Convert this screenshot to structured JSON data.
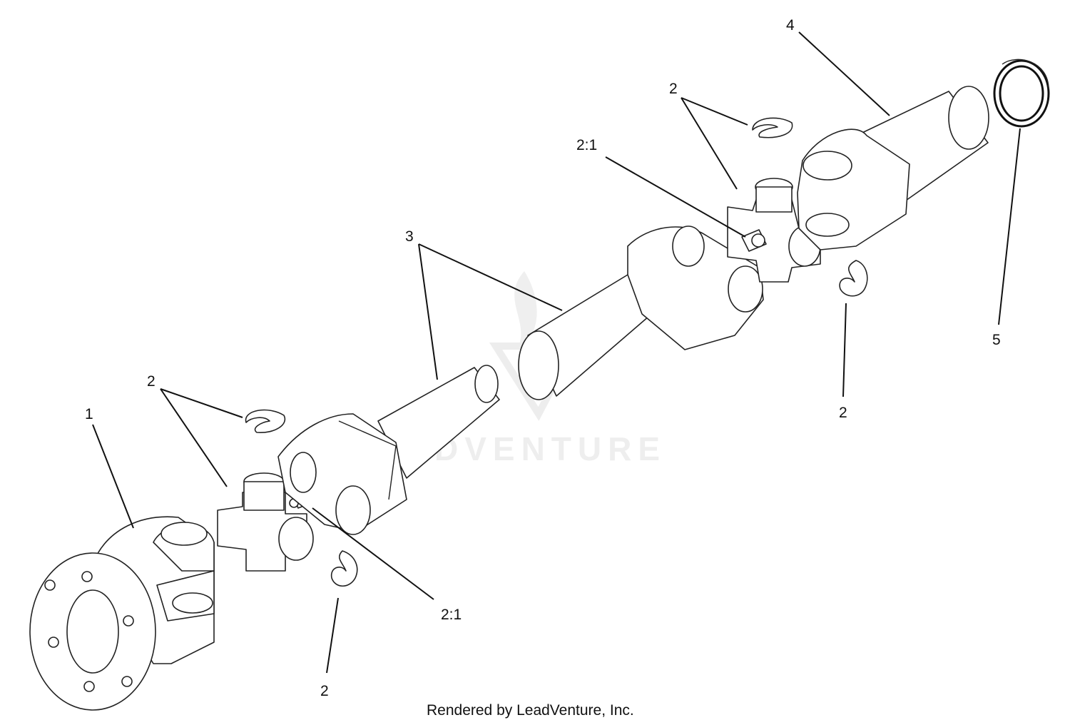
{
  "watermark": {
    "text": "LEADVENTURE"
  },
  "credit": "Rendered by LeadVenture, Inc.",
  "callouts": [
    {
      "id": "c1",
      "label": "1"
    },
    {
      "id": "c2a",
      "label": "2"
    },
    {
      "id": "c2b",
      "label": "2"
    },
    {
      "id": "c21a",
      "label": "2:1"
    },
    {
      "id": "c3",
      "label": "3"
    },
    {
      "id": "c2c",
      "label": "2"
    },
    {
      "id": "c21b",
      "label": "2:1"
    },
    {
      "id": "c4",
      "label": "4"
    },
    {
      "id": "c2d",
      "label": "2"
    },
    {
      "id": "c5",
      "label": "5"
    }
  ]
}
